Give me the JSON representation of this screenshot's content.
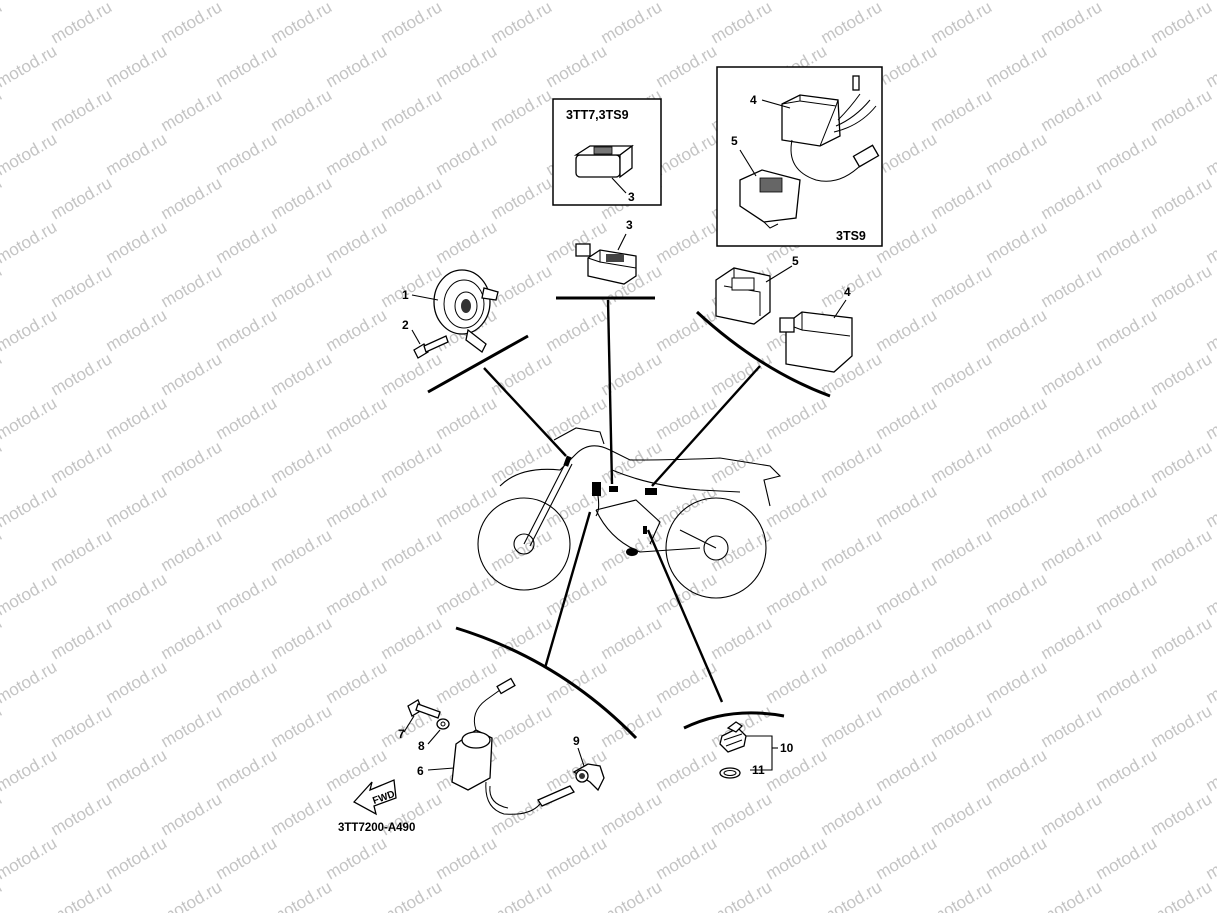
{
  "watermark": "motod.ru",
  "diagram_code": "3TT7200-A490",
  "fwd_label": "FWD",
  "inset_small": {
    "title": "3TT7,3TS9",
    "part": "3"
  },
  "inset_large": {
    "title": "3TS9",
    "part_a": "4",
    "part_b": "5"
  },
  "callouts": {
    "n1": "1",
    "n2": "2",
    "n3": "3",
    "n4": "4",
    "n5": "5",
    "n6": "6",
    "n7": "7",
    "n8": "8",
    "n9": "9",
    "n10": "10",
    "n11": "11"
  }
}
